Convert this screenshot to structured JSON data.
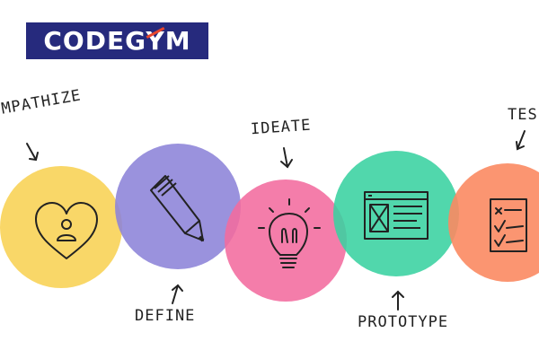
{
  "logo": {
    "text": "CODEGYM",
    "bg": "#262a7d",
    "accent": "#e8452c"
  },
  "stages": [
    {
      "label": "MPATHIZE",
      "color": "#f9d45b",
      "icon": "heart-person-icon"
    },
    {
      "label": "DEFINE",
      "color": "#8c83d8",
      "icon": "pencil-icon"
    },
    {
      "label": "IDEATE",
      "color": "#f26b9e",
      "icon": "lightbulb-icon"
    },
    {
      "label": "PROTOTYPE",
      "color": "#39d2a0",
      "icon": "wireframe-icon"
    },
    {
      "label": "TES",
      "color": "#fb8a62",
      "icon": "checklist-icon"
    }
  ]
}
